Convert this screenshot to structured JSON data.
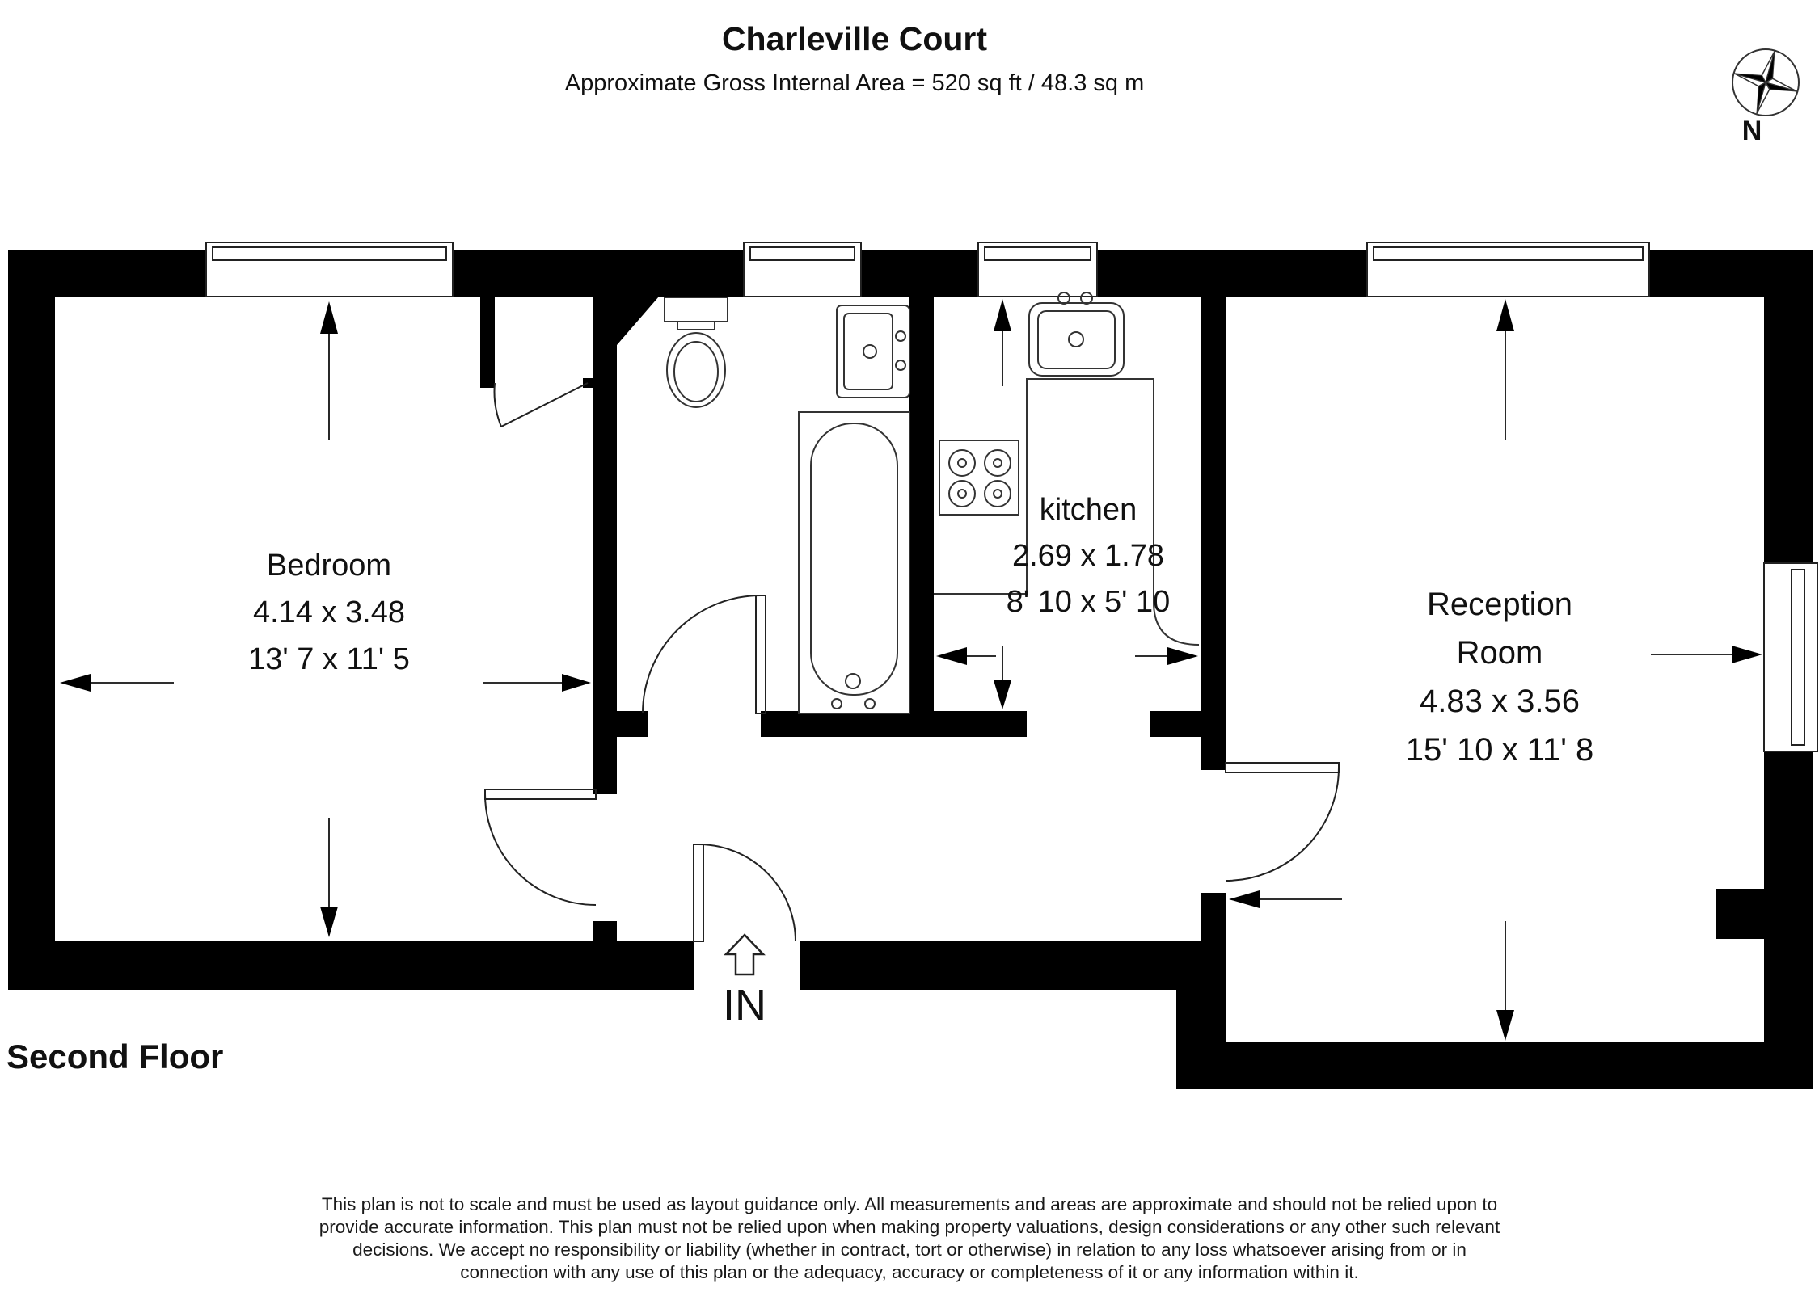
{
  "header": {
    "title": "Charleville Court",
    "subtitle": "Approximate Gross Internal Area = 520 sq ft / 48.3 sq m"
  },
  "compass": {
    "label": "N"
  },
  "floor_label": "Second Floor",
  "entrance": {
    "label": "IN"
  },
  "rooms": {
    "bedroom": {
      "name": "Bedroom",
      "metric": "4.14 x 3.48",
      "imperial": "13' 7 x 11' 5"
    },
    "kitchen": {
      "name": "kitchen",
      "metric": "2.69 x 1.78",
      "imperial": "8' 10 x 5' 10"
    },
    "reception": {
      "name_line1": "Reception",
      "name_line2": "Room",
      "metric": "4.83 x 3.56",
      "imperial": "15' 10 x 11' 8"
    }
  },
  "footer": {
    "lines": [
      "This plan is not to scale and must be used as layout guidance only. All measurements and areas are approximate and should not be relied upon to",
      "provide accurate information. This plan must not be relied upon when making property valuations, design considerations or any other such relevant",
      "decisions. We accept no responsibility or liability (whether in contract, tort or otherwise) in relation to any loss whatsoever arising from or in",
      "connection with any use of this plan or the adequacy, accuracy or completeness of it or any information within it."
    ]
  },
  "colors": {
    "wall": "#000000",
    "line": "#222222",
    "text": "#111111"
  }
}
